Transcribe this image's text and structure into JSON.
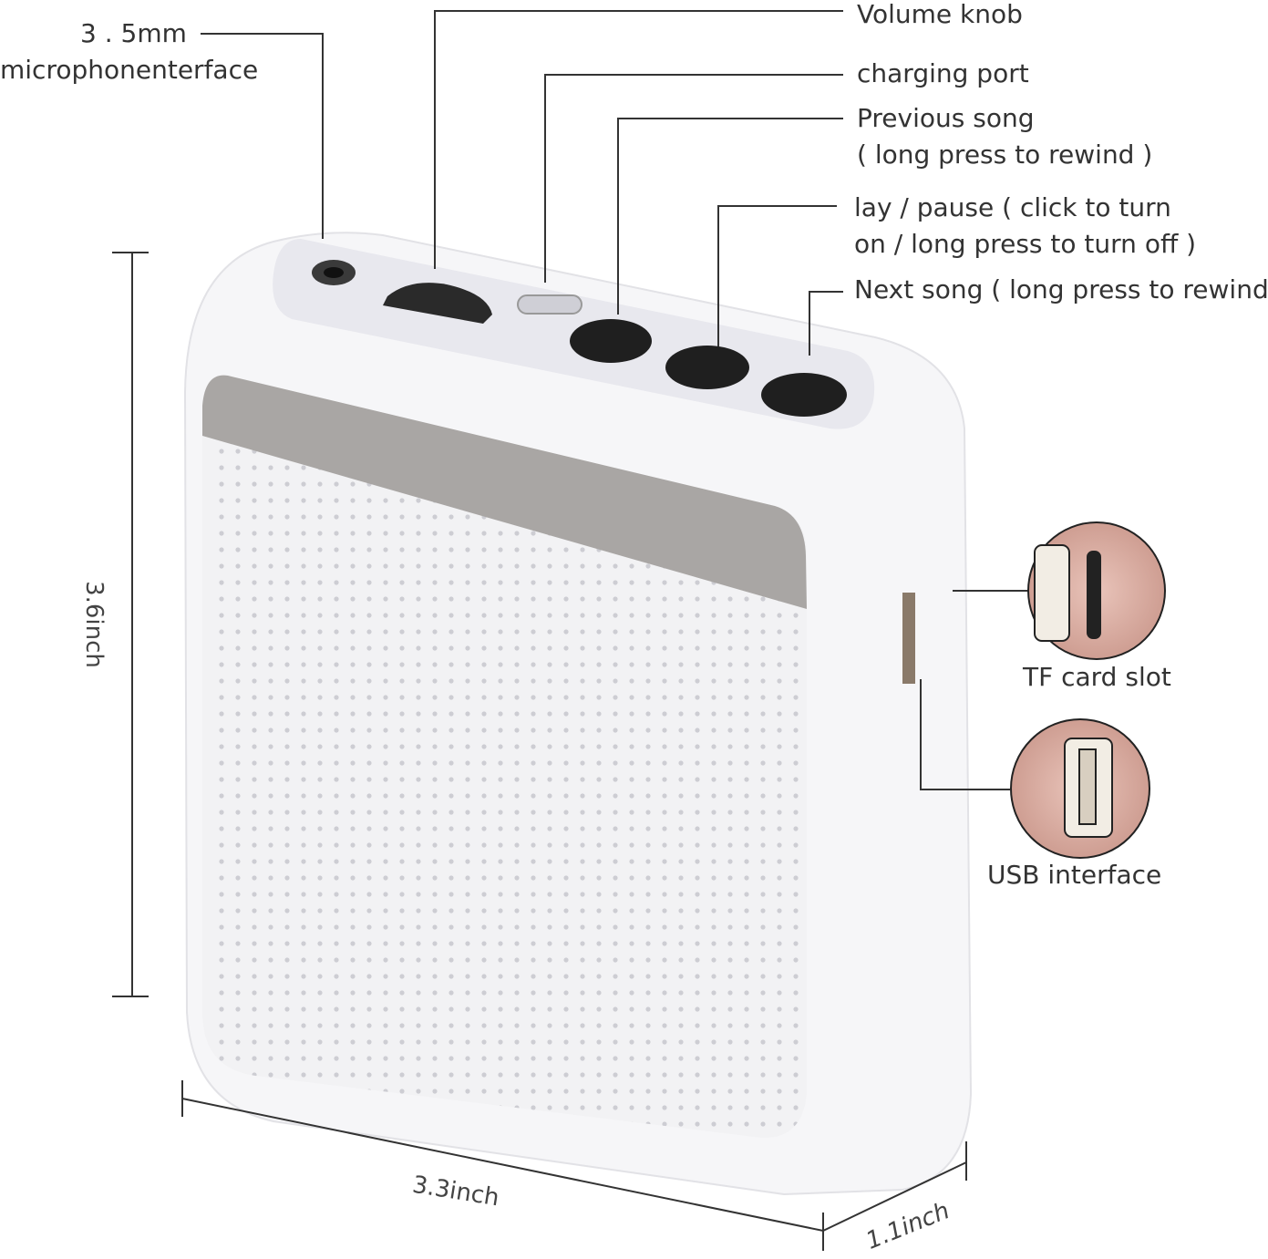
{
  "labels": {
    "mic_line1": "3 . 5mm",
    "mic_line2": "microphonenterface",
    "volume": "Volume knob",
    "charging": "charging port",
    "previous_line1": "Previous song",
    "previous_line2": "( long press to rewind )",
    "play_line1": "lay / pause ( click to turn",
    "play_line2": "on / long press to turn off )",
    "next": "Next song ( long press to rewind )",
    "tf": "TF card slot",
    "usb": "USB interface"
  },
  "dimensions": {
    "height": "3.6inch",
    "width": "3.3inch",
    "depth": "1.1inch"
  },
  "colors": {
    "body": "#f7f7f9",
    "top_panel": "#e9e9ee",
    "band": "#a9a6a4",
    "button": "#1f1f1f",
    "port_closeup": "#d7aaa0",
    "line": "#333333"
  }
}
